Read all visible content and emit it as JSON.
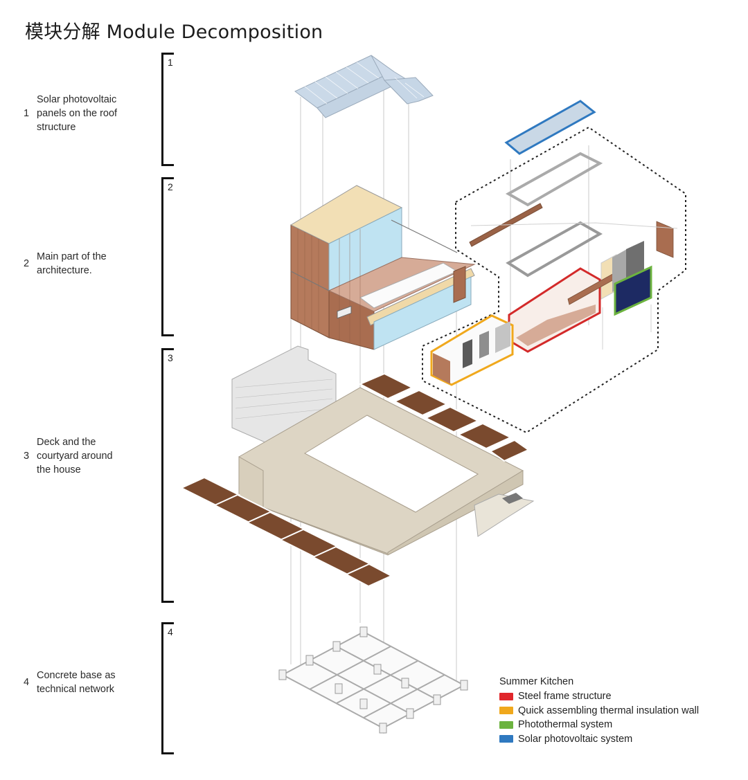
{
  "title": "模块分解 Module Decomposition",
  "modules": [
    {
      "number": "1",
      "label": "Solar photovoltaic\npanels on the roof\nstructure"
    },
    {
      "number": "2",
      "label": "Main part of the\narchitecture."
    },
    {
      "number": "3",
      "label": "Deck and the\ncourtyard around\nthe house"
    },
    {
      "number": "4",
      "label": "Concrete base as\ntechnical network"
    }
  ],
  "legend": {
    "title": "Summer Kitchen",
    "items": [
      {
        "label": "Steel frame structure",
        "color": "#e0262b"
      },
      {
        "label": "Quick assembling thermal insulation wall",
        "color": "#f0a81c"
      },
      {
        "label": "Photothermal system",
        "color": "#6cb33f"
      },
      {
        "label": "Solar photovoltaic system",
        "color": "#2f79c0"
      }
    ]
  },
  "colors": {
    "wood": "#b57a5c",
    "wood_dark": "#8a5a3e",
    "floor": "#d6ab97",
    "roof_panel": "#f2dfb5",
    "glass": "#bfe3f2",
    "solar": "#c9d8e6",
    "deck_plank": "#7a4a2e",
    "deck_stone": "#ddd5c4",
    "photothermal_panel": "#1d2a63"
  }
}
